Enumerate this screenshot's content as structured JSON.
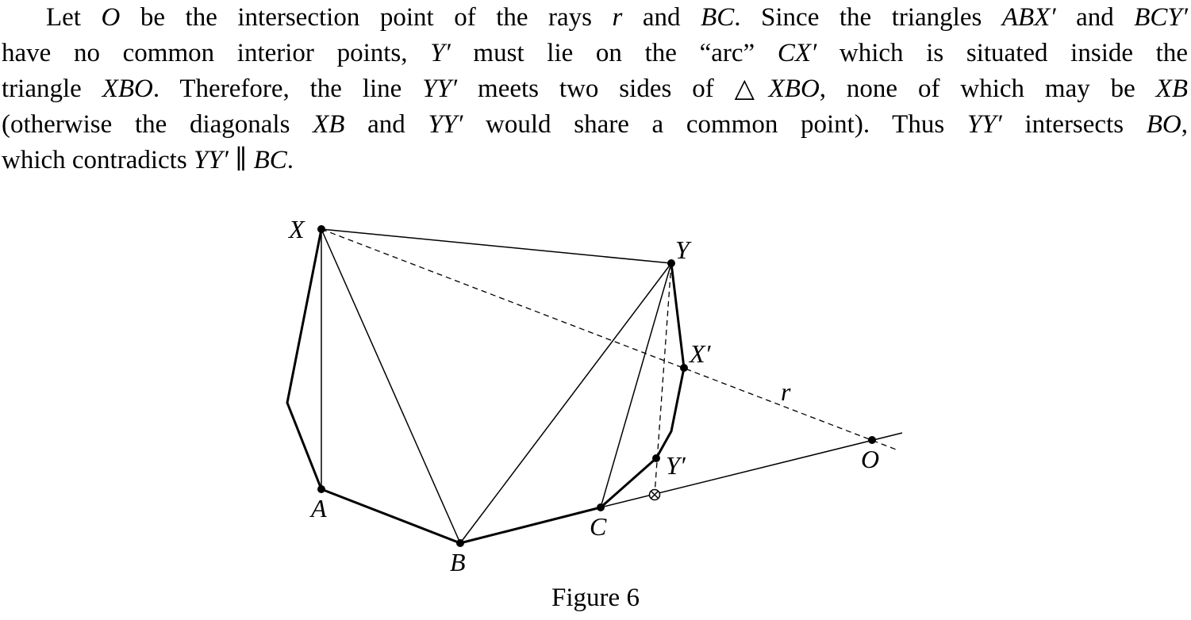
{
  "paragraph": [
    "Let $O$ be the intersection point of the rays $r$ and $BC$. Since the triangles $ABX′$ and $BCY′$",
    "have no common interior points, $Y′$ must lie on the “arc” $CX′$ which is situated inside the",
    "triangle $XBO$. Therefore, the line $YY′$ meets two sides of △$XBO$, none of which may be $XB$",
    "(otherwise the diagonals $XB$ and $YY′$ would share a common point). Thus $YY′$ intersects $BO$,",
    "which contradicts $YY′$ ∥ $BC$."
  ],
  "figure": {
    "labels": {
      "X": "X",
      "Y": "Y",
      "Xp": "X′",
      "Yp": "Y′",
      "A": "A",
      "B": "B",
      "C": "C",
      "O": "O",
      "r": "r"
    },
    "caption": "Figure 6"
  }
}
